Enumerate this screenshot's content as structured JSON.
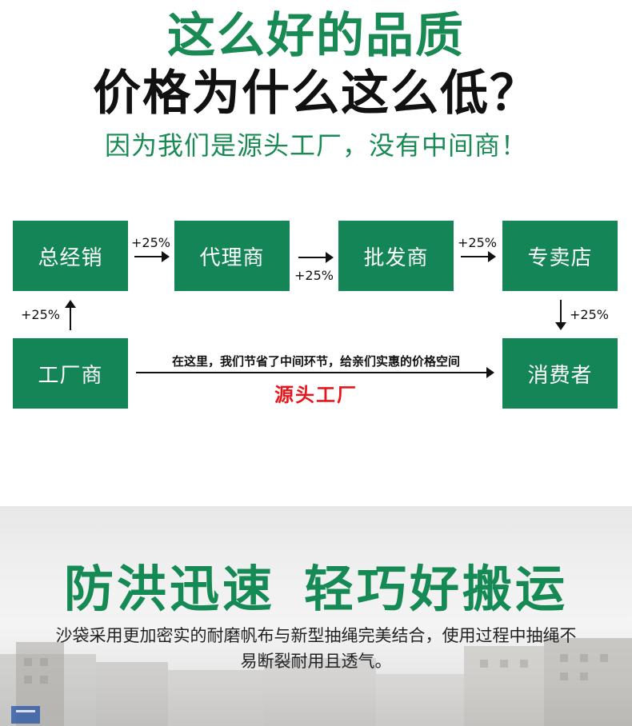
{
  "headline": {
    "line1": "这么好的品质",
    "line2": "价格为什么这么低？",
    "line3": "因为我们是源头工厂，没有中间商！"
  },
  "flow": {
    "general_distributor": "总经销",
    "agent": "代理商",
    "wholesaler": "批发商",
    "store": "专卖店",
    "factory": "工厂商",
    "consumer": "消费者",
    "markup": "+25%",
    "note": "在这里，我们节省了中间环节，给亲们实惠的价格空间",
    "source_label": "源头工厂"
  },
  "banner": {
    "title_a": "防洪迅速",
    "title_b": "轻巧好搬运",
    "description": "沙袋采用更加密实的耐磨帆布与新型抽绳完美结合，使用过程中抽绳不易断裂耐用且透气。"
  },
  "colors": {
    "brand_green": "#148556",
    "accent_red": "#e8161c"
  }
}
